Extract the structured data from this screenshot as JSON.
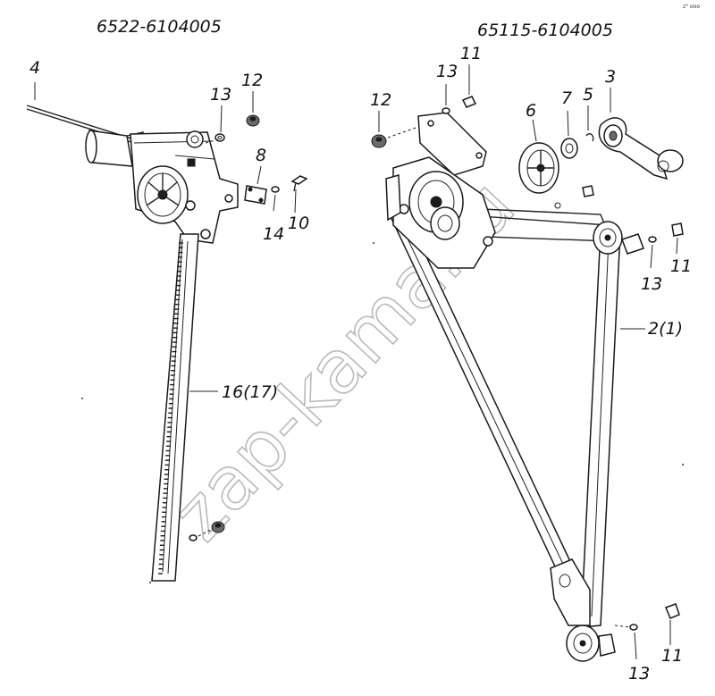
{
  "diagram": {
    "left_assembly_code": "6522-6104005",
    "right_assembly_code": "65115-6104005",
    "watermark": "zap-kama.ru",
    "corner_mark": "z° ooo",
    "labels": {
      "l4": "4",
      "l13a": "13",
      "l12a": "12",
      "l8": "8",
      "l14": "14",
      "l10": "10",
      "l16": "16(17)",
      "l12b": "12",
      "l13b": "13",
      "l11a": "11",
      "l6": "6",
      "l7": "7",
      "l5": "5",
      "l3": "3",
      "l11b": "11",
      "l13c": "13",
      "l2": "2(1)",
      "l13d": "13",
      "l11c": "11"
    }
  }
}
